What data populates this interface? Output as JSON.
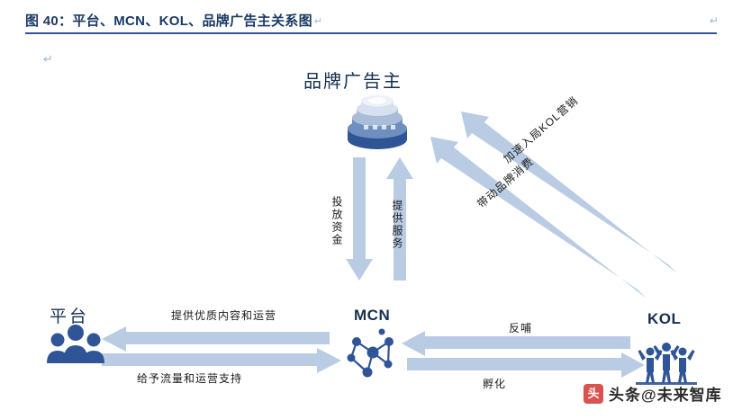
{
  "title": {
    "text": "图 40：平台、MCN、KOL、品牌广告主关系图",
    "pilcrow": "↵",
    "rule_color": "#2f5496",
    "text_color": "#1a3a66"
  },
  "marks": {
    "top_right": "↵",
    "left_second_line": "↵"
  },
  "nodes": {
    "brand": {
      "label": "品牌广告主",
      "icon": "coins-stack-icon"
    },
    "platform": {
      "label": "平台",
      "icon": "people-group-icon"
    },
    "mcn": {
      "label": "MCN",
      "icon": "network-nodes-icon"
    },
    "kol": {
      "label": "KOL",
      "icon": "crowd-people-icon"
    }
  },
  "arrows": {
    "fund": "投放资金",
    "service": "提供服务",
    "content": "提供优质内容和运营",
    "traffic": "给予流量和运营支持",
    "feedback": "反哺",
    "incubate": "孵化",
    "diag_top": "加速入局KOL营销",
    "diag_bottom": "带动品牌消费"
  },
  "watermark": {
    "logo_text": "头",
    "text": "头条@未来智库"
  },
  "colors": {
    "arrow_fill": "#b9cce4",
    "node_blue": "#2f5597",
    "accent_dark": "#17304f"
  }
}
